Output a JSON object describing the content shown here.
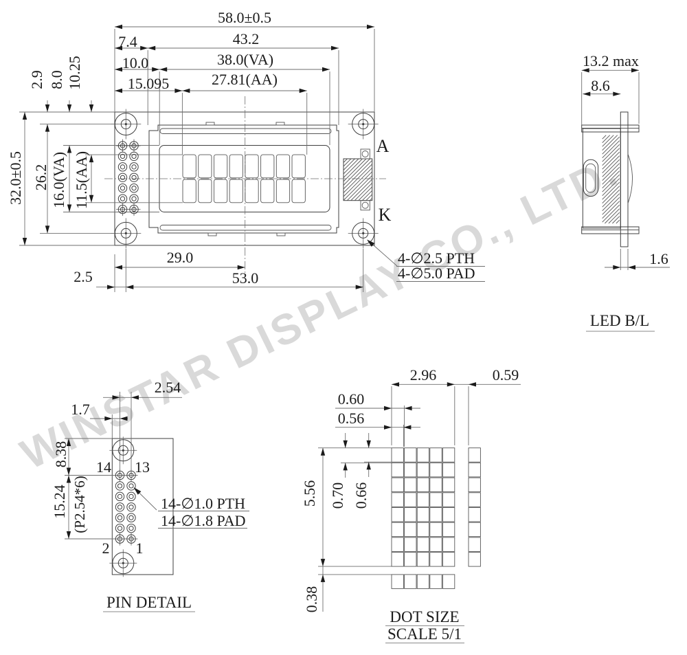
{
  "watermark": "WINSTAR DISPLAY CO., LTD.",
  "front_view": {
    "dim_width_total": "58.0±0.5",
    "dim_7_4": "7.4",
    "dim_43_2": "43.2",
    "dim_10_0": "10.0",
    "dim_38_va": "38.0(VA)",
    "dim_15_095": "15.095",
    "dim_27_81_aa": "27.81(AA)",
    "dim_2_9": "2.9",
    "dim_8_0": "8.0",
    "dim_10_25": "10.25",
    "dim_height_total": "32.0±0.5",
    "dim_26_2": "26.2",
    "dim_16_va": "16.0(VA)",
    "dim_11_5_aa": "11.5(AA)",
    "dim_29_0": "29.0",
    "dim_53_0": "53.0",
    "dim_2_5": "2.5",
    "anode_label": "A",
    "cathode_label": "K",
    "hole_note_line1": "4-∅2.5 PTH",
    "hole_note_line2": "4-∅5.0 PAD"
  },
  "side_view": {
    "dim_13_2_max": "13.2 max",
    "dim_8_6": "8.6",
    "dim_1_6": "1.6",
    "title": "LED B/L"
  },
  "pin_detail": {
    "dim_2_54": "2.54",
    "dim_1_7": "1.7",
    "dim_8_38": "8.38",
    "dim_15_24": "15.24",
    "dim_pitch_note": "(P2.54*6)",
    "pin_14": "14",
    "pin_13": "13",
    "pin_2": "2",
    "pin_1": "1",
    "pin_note_line1": "14-∅1.0 PTH",
    "pin_note_line2": "14-∅1.8 PAD",
    "title": "PIN DETAIL"
  },
  "dot_size": {
    "dim_2_96": "2.96",
    "dim_0_59": "0.59",
    "dim_0_60": "0.60",
    "dim_0_56": "0.56",
    "dim_5_56": "5.56",
    "dim_0_70": "0.70",
    "dim_0_66": "0.66",
    "dim_0_38": "0.38",
    "title": "DOT SIZE",
    "subtitle": "SCALE 5/1"
  }
}
